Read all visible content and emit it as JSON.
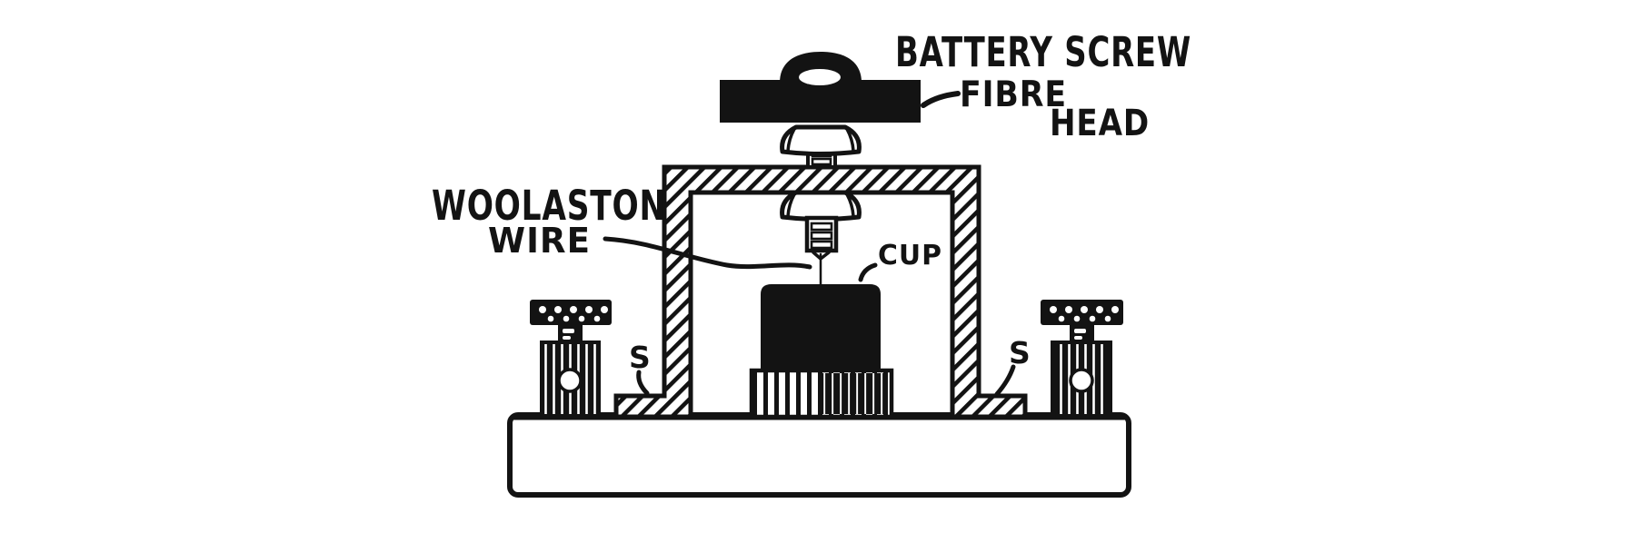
{
  "figure": {
    "colors": {
      "ink": "#131313",
      "paper": "#ffffff"
    },
    "labels": {
      "battery_screw": "BATTERY SCREW",
      "fibre": "FIBRE",
      "head": "HEAD",
      "woolaston": "WOOLASTON",
      "wire": "WIRE",
      "cup": "CUP",
      "s_left": "S",
      "s_right": "S"
    }
  }
}
